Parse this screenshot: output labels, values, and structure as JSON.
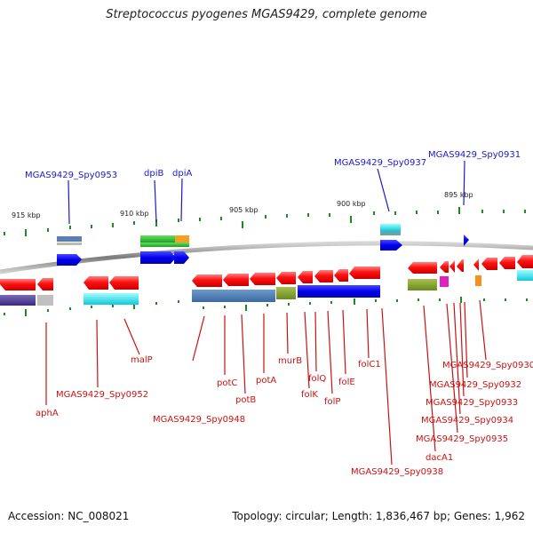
{
  "title": "Streptococcus pyogenes MGAS9429, complete genome",
  "footer": {
    "accession": "Accession: NC_008021",
    "genome_info": "Topology: circular; Length: 1,836,467 bp; Genes: 1,962"
  },
  "colors": {
    "backbone": "#888888",
    "forward_label": "#1a1acc",
    "reverse_label": "#cc1111",
    "tick": "#1f8a1f",
    "gene_forward": "#0000ee",
    "gene_reverse": "#ee0000"
  },
  "ticks": [
    "915 kbp",
    "910 kbp",
    "905 kbp",
    "900 kbp",
    "895 kbp"
  ],
  "forward_labels": [
    "MGAS9429_Spy0953",
    "dpiB",
    "dpiA",
    "MGAS9429_Spy0937",
    "MGAS9429_Spy0931"
  ],
  "reverse_labels": [
    "aphA",
    "MGAS9429_Spy0952",
    "malP",
    "MGAS9429_Spy0948",
    "potC",
    "potB",
    "potA",
    "murB",
    "folK",
    "folQ",
    "folP",
    "folE",
    "folC1",
    "MGAS9429_Spy0938",
    "dacA1",
    "MGAS9429_Spy0935",
    "MGAS9429_Spy0934",
    "MGAS9429_Spy0933",
    "MGAS9429_Spy0932",
    "MGAS9429_Spy0930"
  ]
}
